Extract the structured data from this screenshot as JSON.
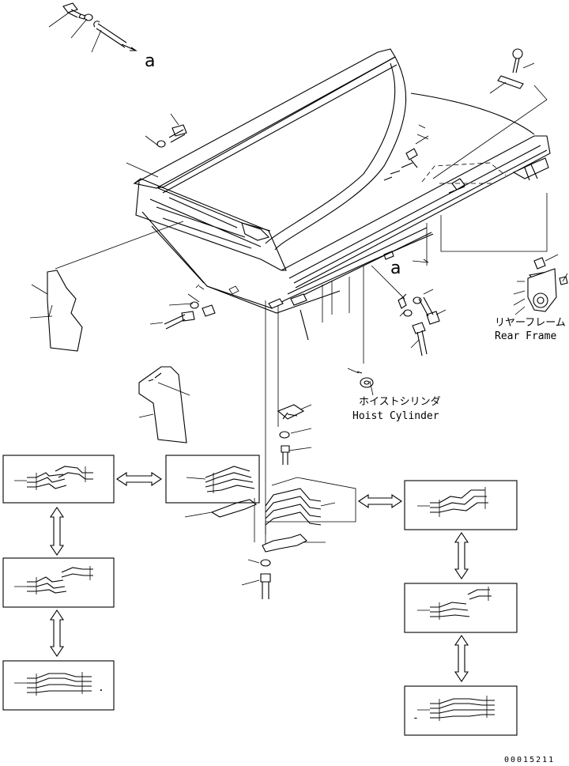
{
  "callouts": {
    "a_top": "a",
    "a_mid": "a"
  },
  "labels": {
    "rear_frame_jp": "リヤーフレーム",
    "rear_frame_en": "Rear Frame",
    "hoist_cylinder_jp": "ホイストシリンダ",
    "hoist_cylinder_en": "Hoist Cylinder"
  },
  "drawing_number": "00015211",
  "variant_marks": {
    "left_bottom": ".",
    "right_bottom": "-"
  }
}
